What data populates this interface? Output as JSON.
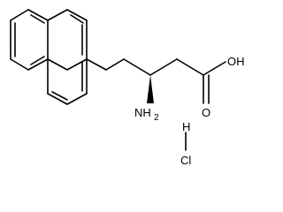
{
  "structure": {
    "labels": {
      "carboxyl_oh": "OH",
      "carbonyl_o": "O",
      "amine": "NH",
      "amine_subscript": "2",
      "hydrogen": "H",
      "chlorine": "Cl"
    }
  },
  "colors": {
    "bond": "#000000",
    "background": "#ffffff"
  }
}
